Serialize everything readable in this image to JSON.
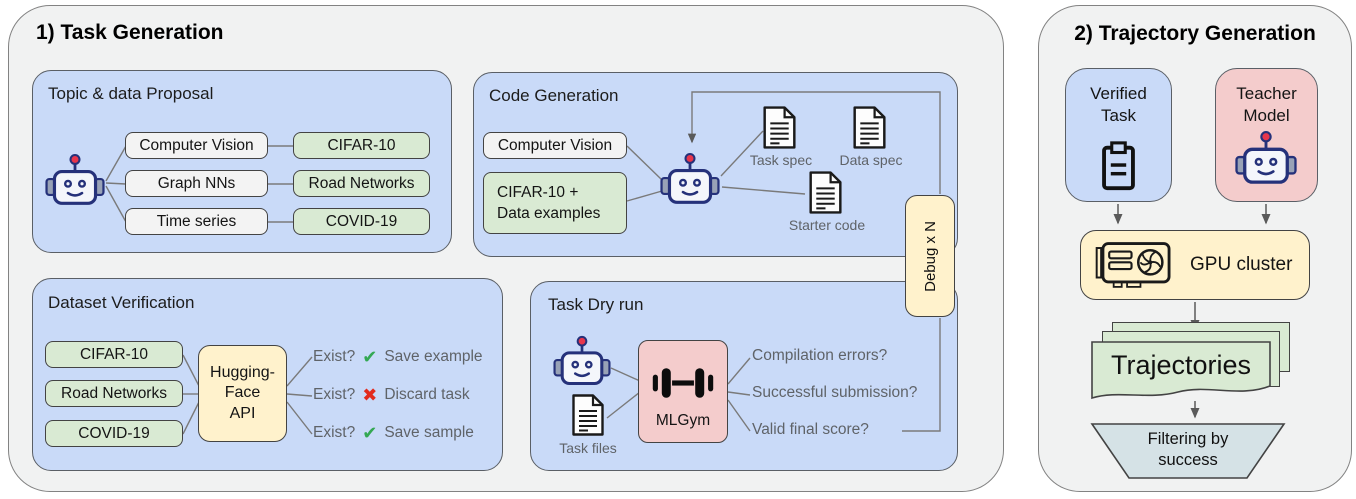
{
  "colors": {
    "panel_bg": "#f1f2f2",
    "blue": "#c9daf8",
    "green": "#d9ead3",
    "yellow": "#fff2cc",
    "pink": "#f4cccc",
    "white_box": "#f3f3f3",
    "trapezoid": "#d5e2e6",
    "gray_text": "#5f6368",
    "check_green": "#34a853",
    "cross_red": "#e22b1e"
  },
  "icons": {
    "robot": "robot-face-icon",
    "document": "text-document-icon",
    "clipboard": "task-clipboard-icon",
    "gpu": "graphics-card-icon",
    "dumbbell": "gym-dumbbell-icon",
    "check_glyph": "✔",
    "cross_glyph": "✖"
  },
  "panel1": {
    "title": "1) Task Generation",
    "topic_proposal": {
      "title": "Topic & data Proposal",
      "rows": [
        {
          "topic": "Computer Vision",
          "dataset": "CIFAR-10"
        },
        {
          "topic": "Graph NNs",
          "dataset": "Road Networks"
        },
        {
          "topic": "Time series",
          "dataset": "COVID-19"
        }
      ]
    },
    "code_generation": {
      "title": "Code Generation",
      "topic_input": "Computer Vision",
      "data_input_lines": [
        "CIFAR-10 +",
        "Data examples"
      ],
      "outputs": [
        {
          "label": "Task spec"
        },
        {
          "label": "Data spec"
        },
        {
          "label": "Starter code"
        }
      ]
    },
    "debug_loop": {
      "label": "Debug x N"
    },
    "dataset_verification": {
      "title": "Dataset Verification",
      "datasets": [
        "CIFAR-10",
        "Road Networks",
        "COVID-19"
      ],
      "api_lines": [
        "Hugging-",
        "Face",
        "API"
      ],
      "checks": [
        {
          "question": "Exist?",
          "mark": "✔",
          "result": "pass",
          "action": "Save example"
        },
        {
          "question": "Exist?",
          "mark": "✖",
          "result": "fail",
          "action": "Discard task"
        },
        {
          "question": "Exist?",
          "mark": "✔",
          "result": "pass",
          "action": "Save sample"
        }
      ]
    },
    "task_dry_run": {
      "title": "Task Dry run",
      "input_label": "Task files",
      "env_label": "MLGym",
      "questions": [
        "Compilation errors?",
        "Successful submission?",
        "Valid final score?"
      ]
    }
  },
  "panel2": {
    "title": "2) Trajectory Generation",
    "verified_task": "Verified Task",
    "teacher_model": "Teacher Model",
    "gpu_cluster": "GPU cluster",
    "trajectories": "Trajectories",
    "filtering": "Filtering by success"
  }
}
